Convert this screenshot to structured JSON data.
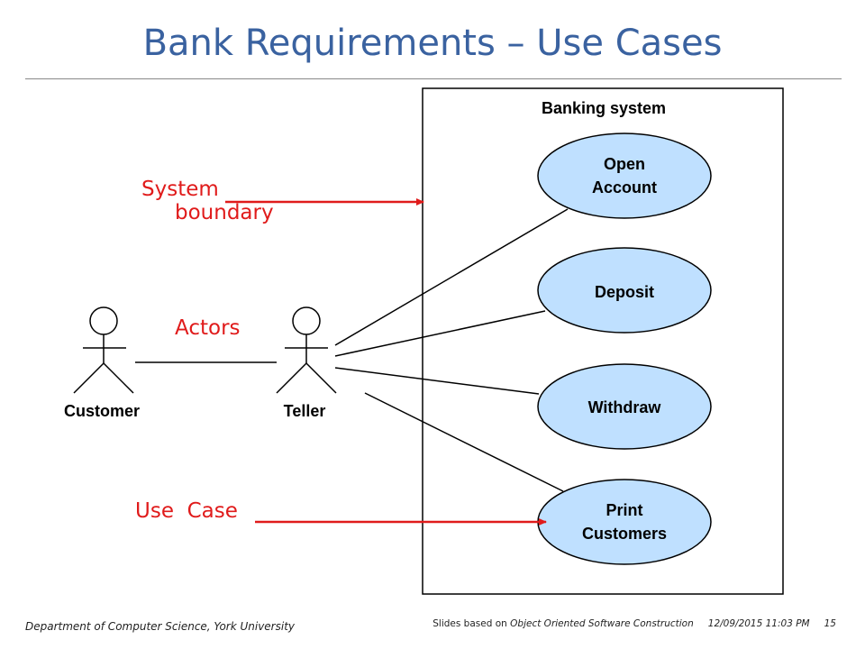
{
  "title": "Bank Requirements – Use Cases",
  "system_boundary_label": "Banking system",
  "actors": {
    "customer": "Customer",
    "teller": "Teller"
  },
  "use_cases": {
    "open_account": [
      "Open",
      "Account"
    ],
    "deposit": "Deposit",
    "withdraw": "Withdraw",
    "print_customers": [
      "Print",
      "Customers"
    ]
  },
  "annotations": {
    "system_boundary": [
      "System",
      "boundary"
    ],
    "actors": "Actors",
    "use_case": "Use  Case"
  },
  "colors": {
    "title": "#3a62a0",
    "annotation": "#e01b1b",
    "use_case_fill": "#bfe0ff"
  },
  "footer": {
    "department": "Department of Computer Science, York University",
    "slides_prefix": "Slides based on ",
    "book": "Object Oriented Software Construction",
    "timestamp": "12/09/2015 11:03 PM",
    "page": "15"
  }
}
